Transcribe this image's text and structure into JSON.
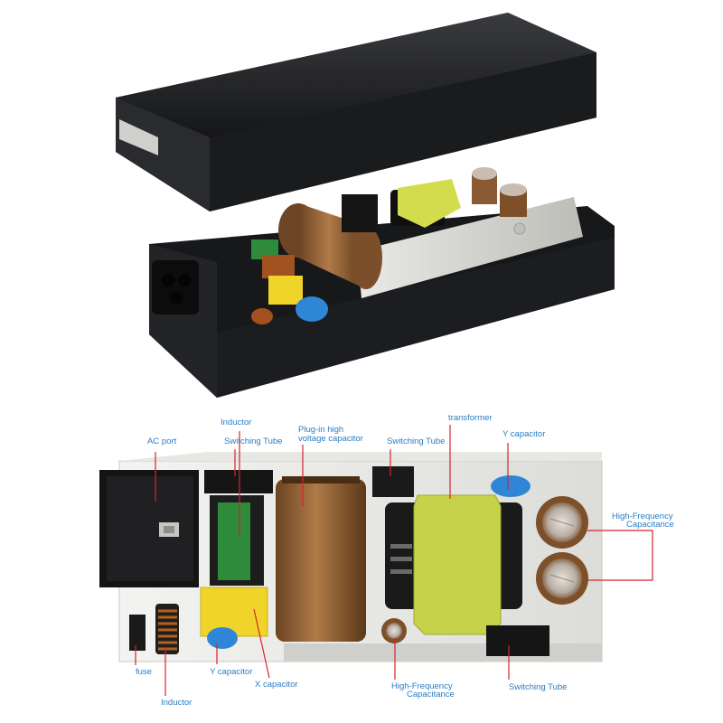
{
  "labels": {
    "ac_port": "AC port",
    "inductor_top": "Inductor",
    "switching_tube_left": "Switching Tube",
    "plugin_cap_line1": "Plug-in high",
    "plugin_cap_line2": "voltage capacitor",
    "switching_tube_mid": "Switching Tube",
    "transformer": "transformer",
    "y_capacitor_top": "Y capacitor",
    "hf_cap_right_line1": "High-Frequency",
    "hf_cap_right_line2": "Capacitance",
    "fuse": "fuse",
    "y_capacitor_bottom": "Y capacitor",
    "x_capacitor": "X capacitor",
    "inductor_bottom": "Inductor",
    "hf_cap_bottom_line1": "High-Frequency",
    "hf_cap_bottom_line2": "Capacitance",
    "switching_tube_bottom": "Switching Tube"
  },
  "colors": {
    "label_text": "#2b7cc4",
    "leader_line": "#d6242a",
    "enclosure": "#1e1f21",
    "heatsink": "#d4d4d0",
    "electrolytic": "#8a5a32",
    "transformer_core": "#c6d24a",
    "y_cap": "#2f86d6",
    "x_cap": "#f0d42a",
    "inductor_green": "#2e8b3a"
  }
}
